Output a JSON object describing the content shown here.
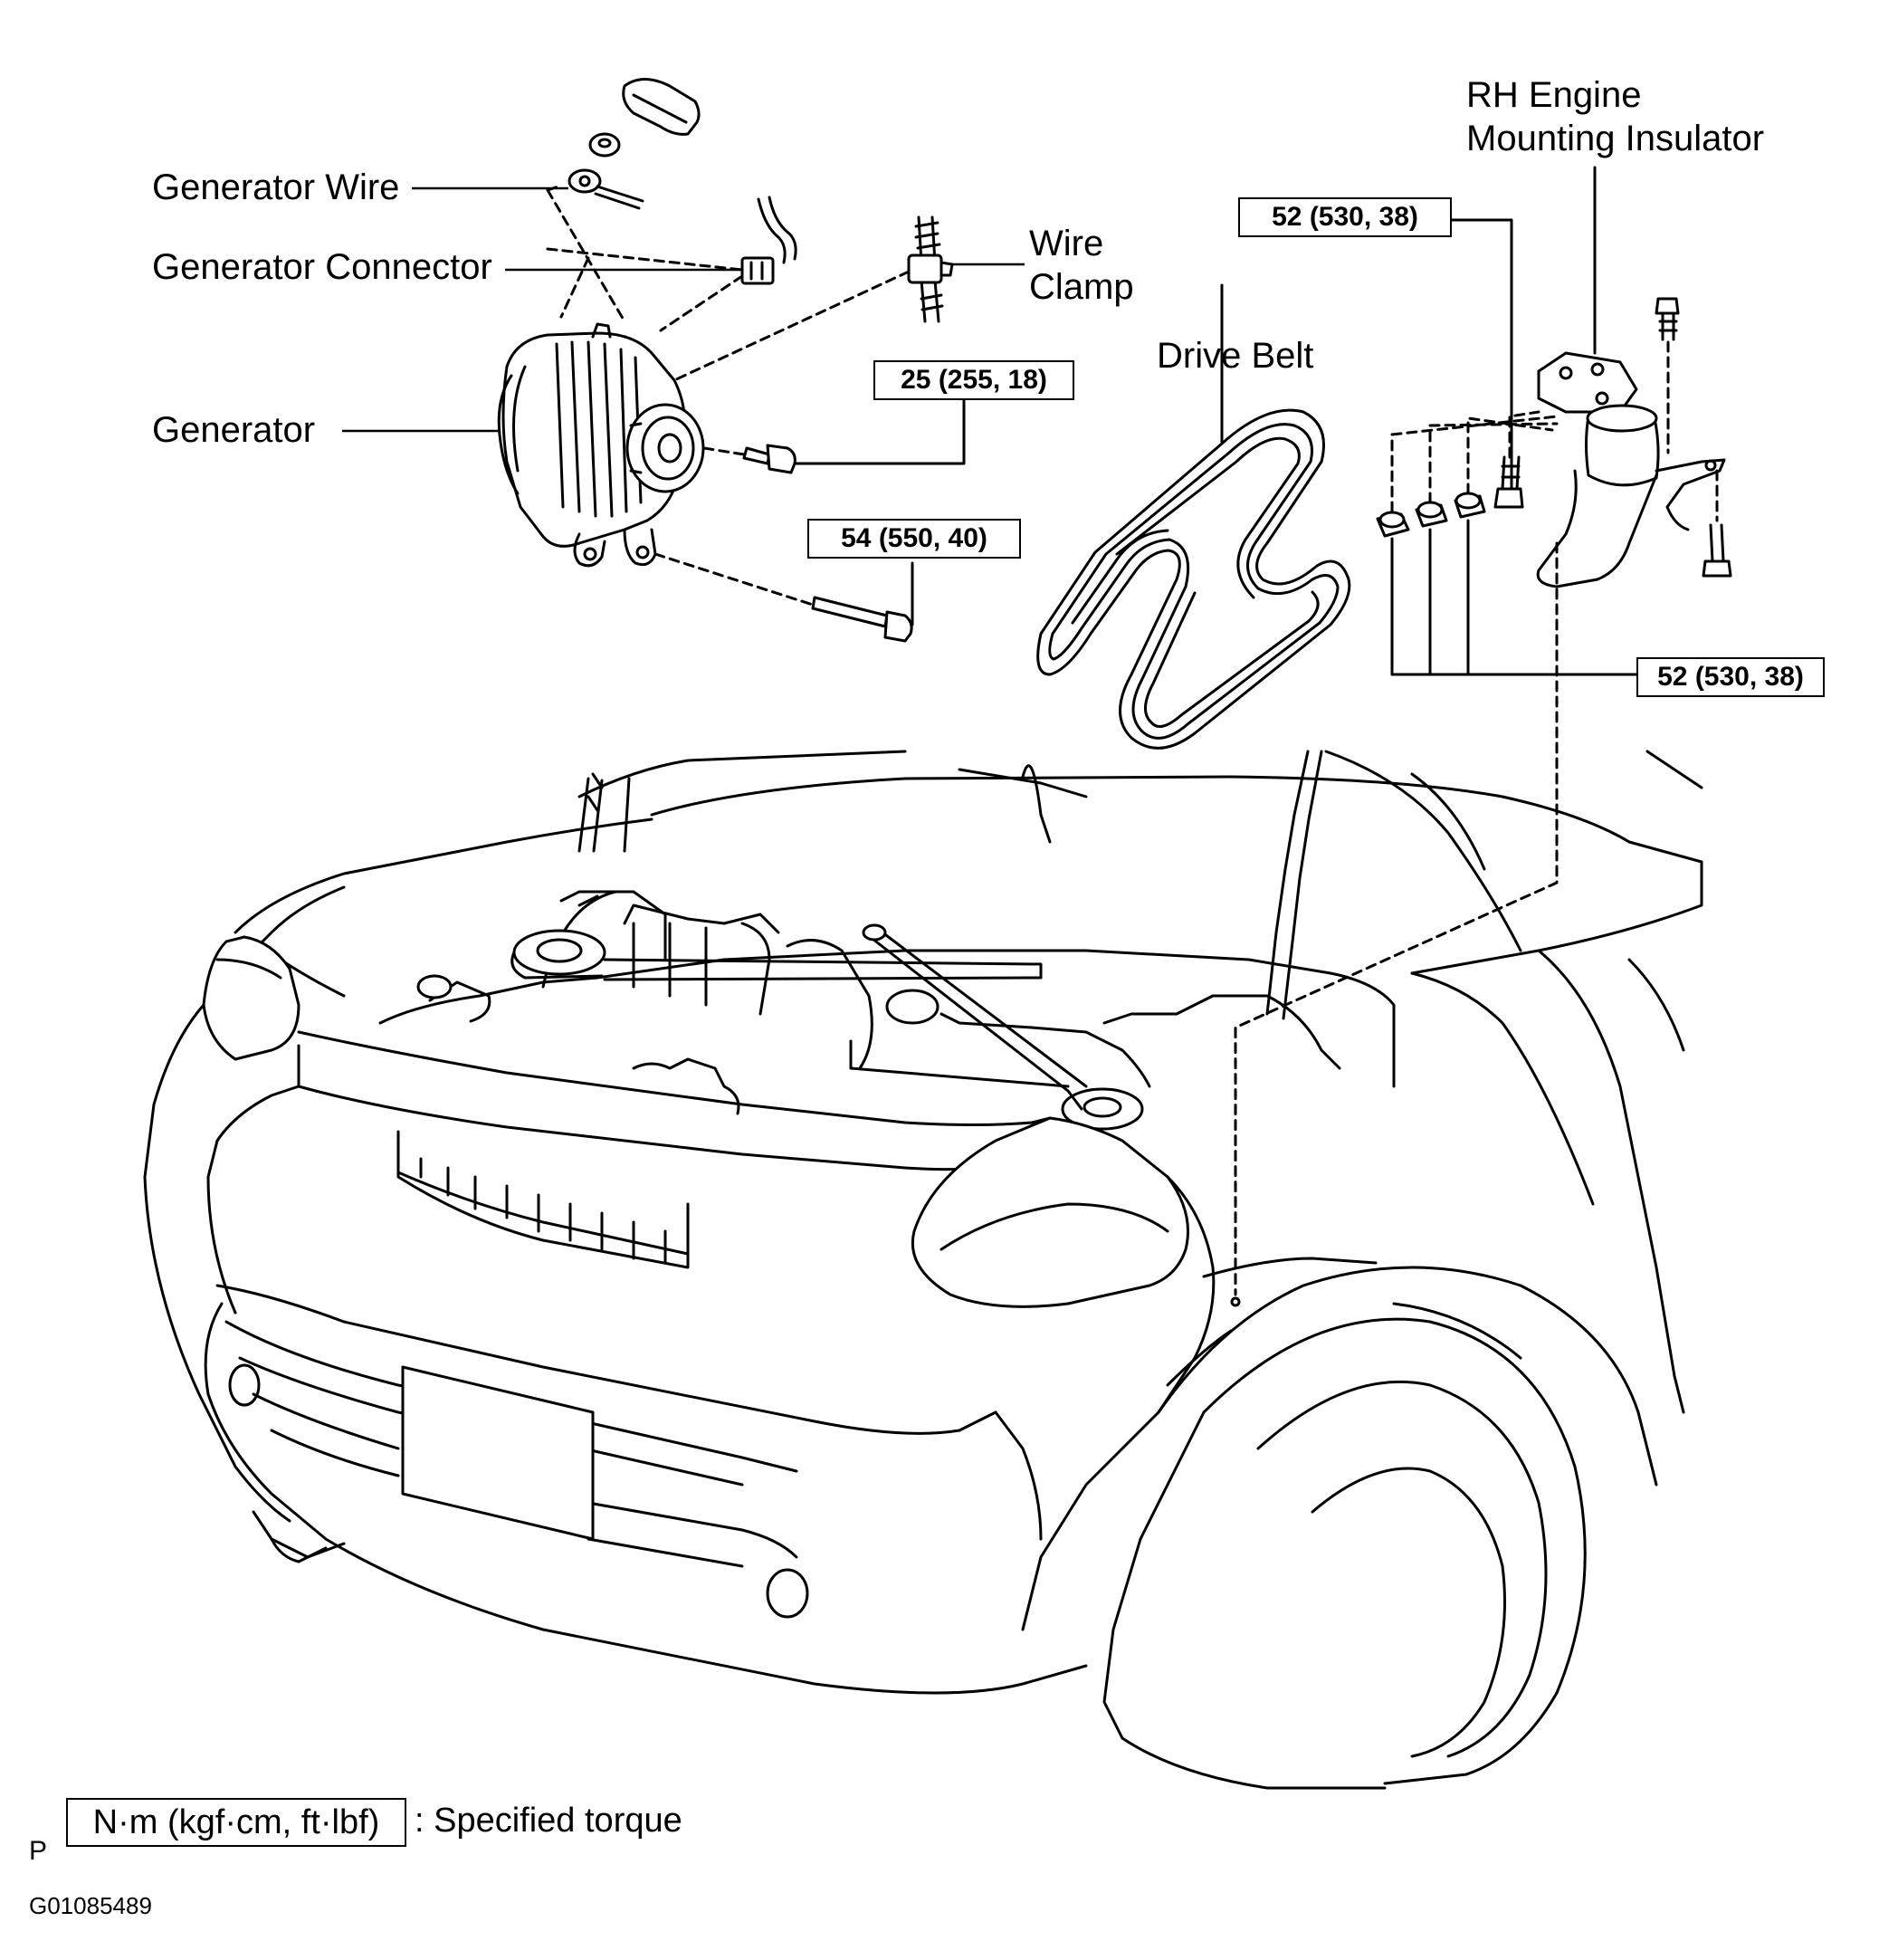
{
  "labels": {
    "generator_wire": "Generator Wire",
    "generator_connector": "Generator Connector",
    "generator": "Generator",
    "wire_clamp_line1": "Wire",
    "wire_clamp_line2": "Clamp",
    "drive_belt": "Drive Belt",
    "rh_mount_line1": "RH Engine",
    "rh_mount_line2": "Mounting Insulator"
  },
  "torque_specs": {
    "pivot_bolt": "25 (255, 18)",
    "lower_bolt": "54 (550, 40)",
    "mount_bolt": "52 (530, 38)",
    "mount_nuts": "52 (530, 38)"
  },
  "legend": {
    "unit_box": "N·m (kgf·cm, ft·lbf)",
    "description": ": Specified torque",
    "marker": "P"
  },
  "figure_code": "G01085489"
}
